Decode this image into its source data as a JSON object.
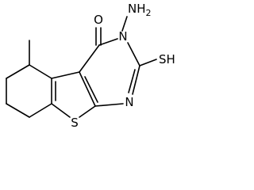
{
  "molecule": {
    "atoms": {
      "amino": {
        "text": "NH",
        "subscript": "2"
      },
      "oxygen": "O",
      "ring_nitrogen_3": "N",
      "ring_nitrogen_1": "N",
      "thiol": "SH",
      "thiophene_sulfur": "S"
    },
    "colors": {
      "bond": "#000000",
      "text": "#000000",
      "background": "#ffffff"
    }
  }
}
